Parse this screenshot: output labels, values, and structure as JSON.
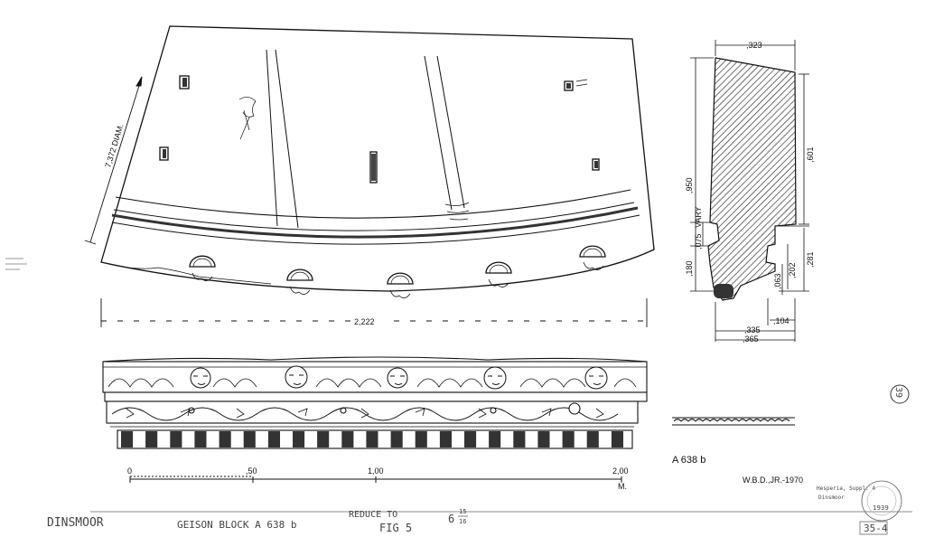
{
  "plan": {
    "diam_label": "7,372 DIAM.",
    "width_label": "2,222"
  },
  "section": {
    "top_width": ",323",
    "height_total": ",950",
    "height_upper": ",601",
    "vary_label": "VARY",
    "d075": ",075",
    "d180": ",180",
    "d281": ",281",
    "d202": ",202",
    "d063": ",063",
    "d104": ",104",
    "d335": ",335",
    "d365": ",365"
  },
  "scale": {
    "t0": "0",
    "t50": ",50",
    "t100": "1,00",
    "t200": "2,00",
    "unit": "M."
  },
  "block_id": "A 638 b",
  "credit": "W.B.D.,JR.-1970",
  "annotations": {
    "site": "DINSMOOR",
    "block_note": "GEISON BLOCK A 638 b",
    "reduce": "REDUCE TO",
    "fraction_whole": "6",
    "fraction_num": "15",
    "fraction_den": "16",
    "fig": "FIG 5",
    "sheet": "35-4",
    "year": "1939",
    "circle": "39",
    "archive": "Hesperia, Suppl. 4",
    "archive2": "Dinsmoor"
  }
}
